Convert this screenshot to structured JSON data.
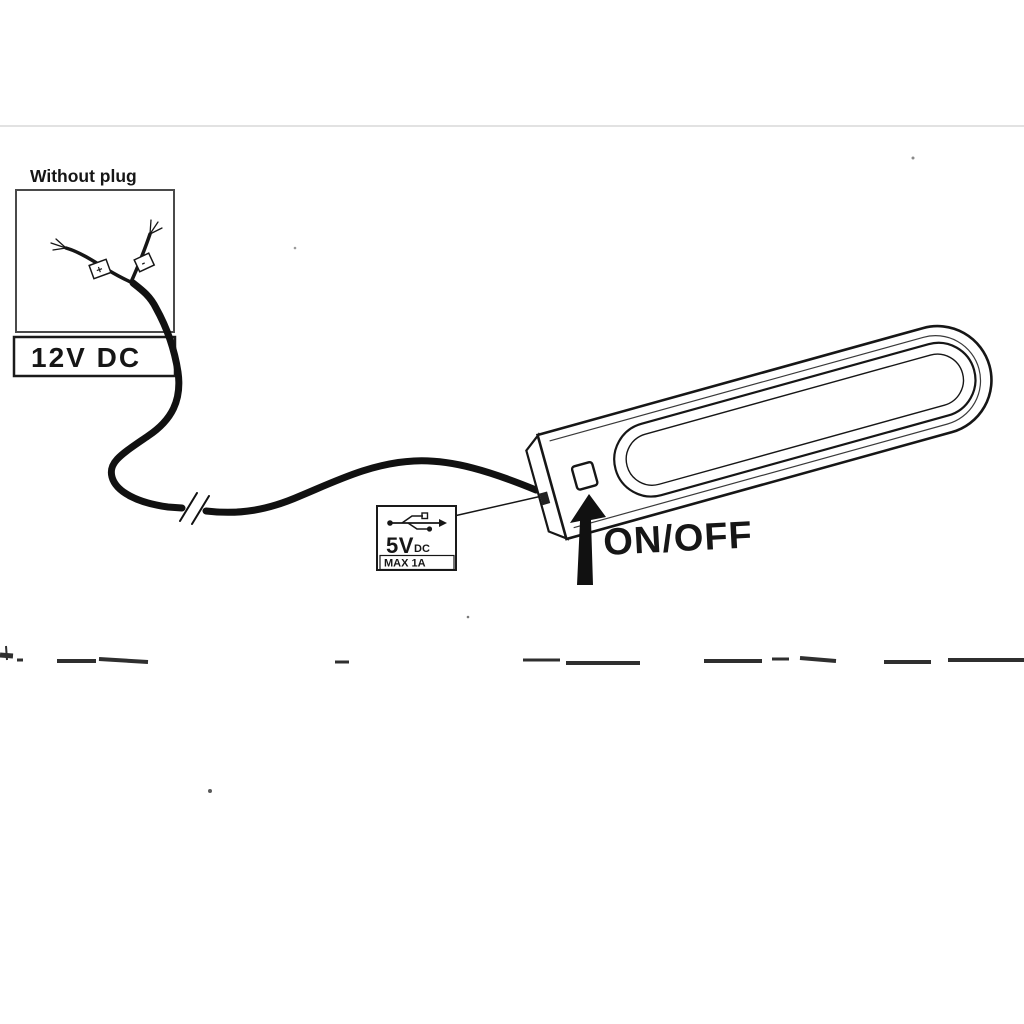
{
  "diagram": {
    "type": "appliance-instruction-diagram",
    "paper_color": "#ffffff",
    "ink_color": "#161616",
    "plug_box": {
      "label": "Without plug",
      "wire_plus": "+",
      "wire_minus": "-"
    },
    "voltage_label": "12V DC",
    "usb_spec": {
      "icon": "usb-icon",
      "voltage": "5V",
      "unit": "DC",
      "max_current": "MAX 1A"
    },
    "switch_label": "ON/OFF"
  }
}
